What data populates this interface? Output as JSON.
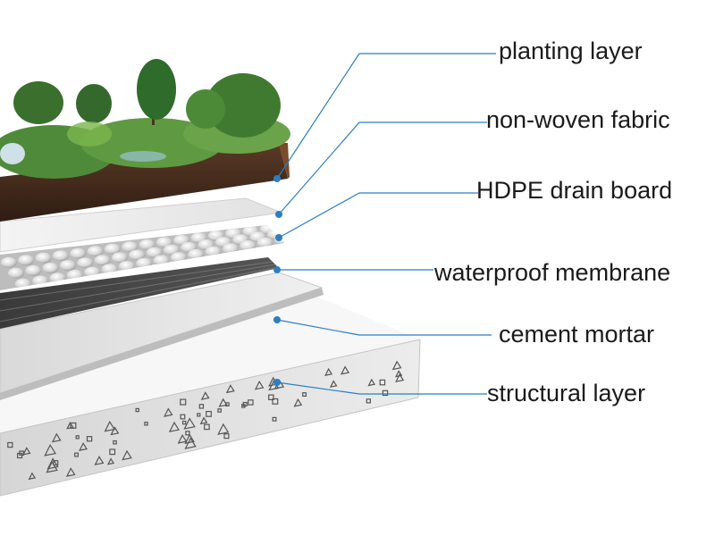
{
  "diagram": {
    "leader_color": "#2a7fc4",
    "labels": [
      {
        "id": "planting",
        "text": "planting layer"
      },
      {
        "id": "nonwoven",
        "text": "non-woven fabric"
      },
      {
        "id": "hdpe",
        "text": "HDPE drain board"
      },
      {
        "id": "waterproof",
        "text": "waterproof membrane"
      },
      {
        "id": "mortar",
        "text": "cement mortar"
      },
      {
        "id": "structural",
        "text": "structural layer"
      }
    ]
  }
}
